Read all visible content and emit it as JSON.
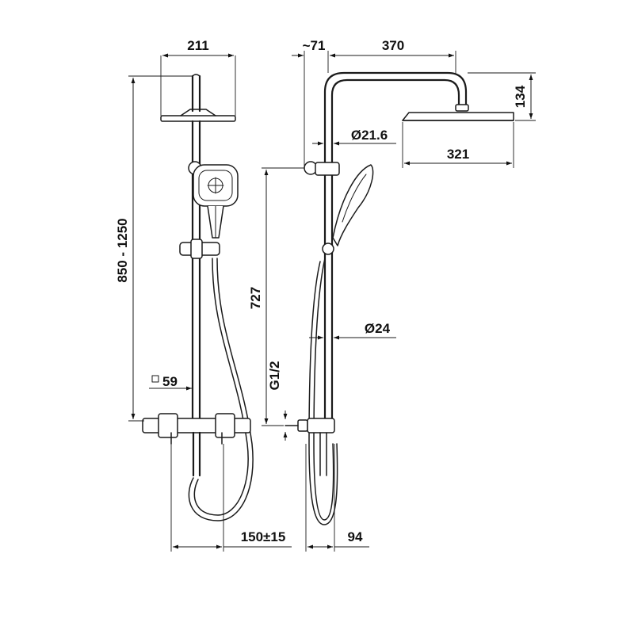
{
  "dimensions": {
    "head_width": "211",
    "arm_offset": "~71",
    "arm_length": "370",
    "head_height": "134",
    "pipe_diameter_upper": "Ø21.6",
    "head_diameter": "321",
    "rail_height": "850 - 1250",
    "handshower_height": "727",
    "pipe_diameter_lower": "Ø24",
    "connection_thread": "G1/2",
    "control_size": "59",
    "wall_centers": "150±15",
    "wall_depth": "94"
  }
}
